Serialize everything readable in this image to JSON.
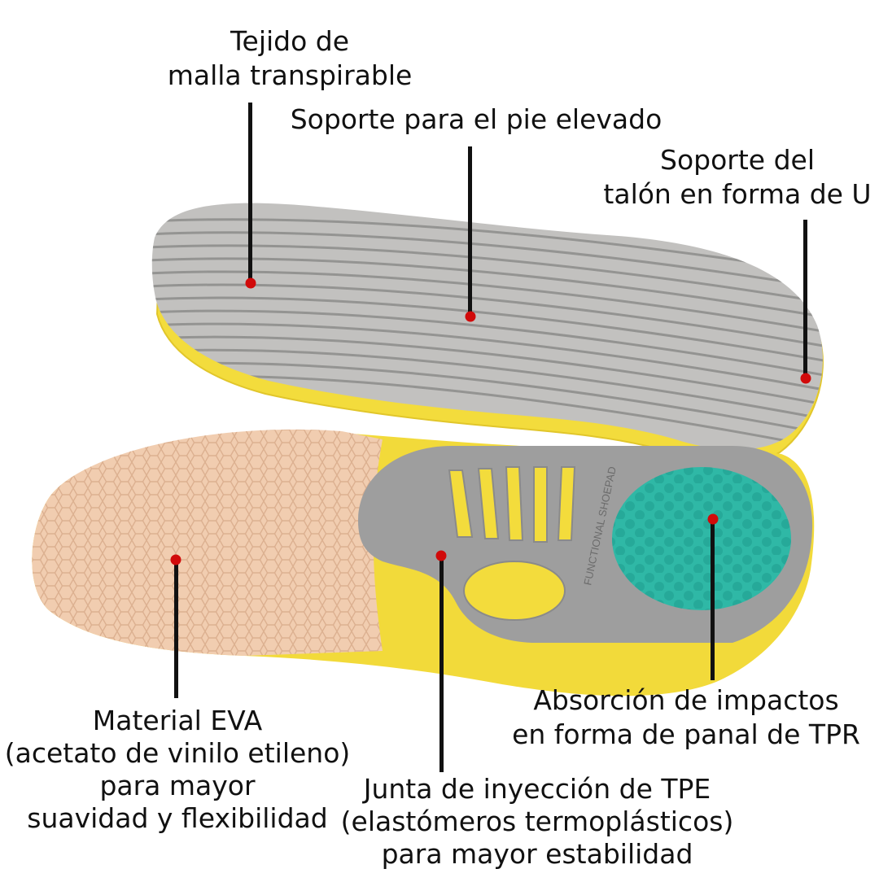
{
  "colors": {
    "mesh_gray": "#b8b8b6",
    "mesh_stripe": "#8e8e8c",
    "eva_yellow": "#f3dc3c",
    "eva_foam_pink": "#f1cdb0",
    "tpe_gray": "#9c9c9c",
    "gel_teal": "#2fb8a6",
    "callout_dot": "#d10a0a",
    "leader_line": "#111111"
  },
  "labels": {
    "mesh": [
      "Tejido de",
      "malla transpirable"
    ],
    "arch": [
      "Soporte para el pie elevado"
    ],
    "heel_cup": [
      "Soporte del",
      "talón en forma de U"
    ],
    "honeycomb": [
      "Absorción de impactos",
      "en forma de panal de TPR"
    ],
    "eva": [
      "Material EVA",
      "(acetato de vinilo etileno)",
      "para mayor",
      "suavidad y flexibilidad"
    ],
    "tpe": [
      "Junta de inyección de TPE",
      "(elastómeros termoplásticos)",
      "para mayor estabilidad"
    ]
  },
  "product_text": {
    "tpe_shell_imprint": "FUNCTIONAL SHOEPAD"
  }
}
